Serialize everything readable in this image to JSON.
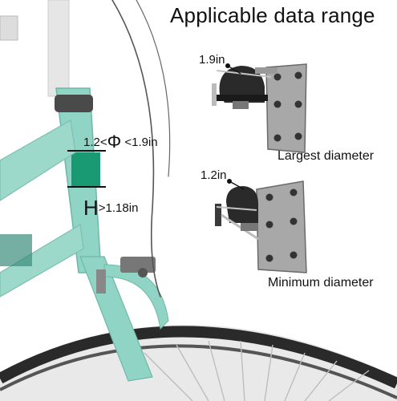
{
  "header": {
    "title": "Applicable data range"
  },
  "frame_labels": {
    "range_min": "1.2<",
    "range_symbol": "Φ",
    "range_max": "<1.9in",
    "height_symbol": "H",
    "height_value": ">1.18in"
  },
  "brackets": {
    "largest": {
      "size": "1.9in",
      "caption": "Largest diameter"
    },
    "minimum": {
      "size": "1.2in",
      "caption": "Minimum diameter"
    }
  },
  "colors": {
    "bike_frame": "#8fd4c4",
    "tube_highlight": "#1a9a72",
    "plate": "#a8a8a8",
    "clamp": "#2a2a2a"
  }
}
